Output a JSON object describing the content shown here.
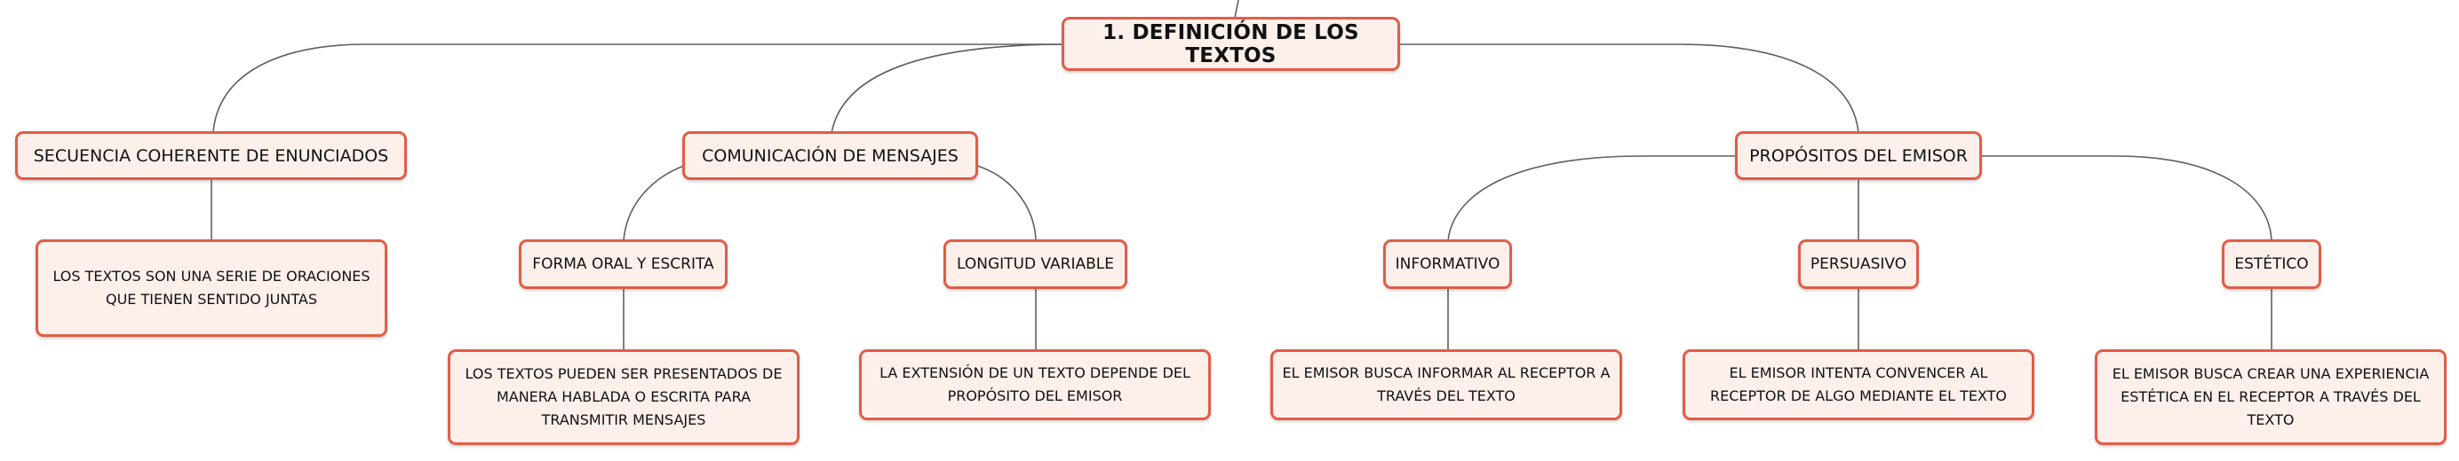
{
  "root": "1. DEFINICIÓN DE LOS TEXTOS",
  "branches": {
    "secuencia": {
      "label": "SECUENCIA COHERENTE DE ENUNCIADOS",
      "detail": "LOS TEXTOS SON UNA SERIE DE ORACIONES QUE TIENEN SENTIDO JUNTAS"
    },
    "comunicacion": {
      "label": "COMUNICACIÓN DE MENSAJES",
      "forma": {
        "label": "FORMA ORAL Y ESCRITA",
        "detail": "LOS TEXTOS PUEDEN SER PRESENTADOS DE MANERA HABLADA O ESCRITA PARA TRANSMITIR MENSAJES"
      },
      "longitud": {
        "label": "LONGITUD VARIABLE",
        "detail": "LA EXTENSIÓN DE UN TEXTO DEPENDE DEL PROPÓSITO DEL EMISOR"
      }
    },
    "propositos": {
      "label": "PROPÓSITOS DEL EMISOR",
      "informativo": {
        "label": "INFORMATIVO",
        "detail": "EL EMISOR BUSCA INFORMAR AL RECEPTOR A TRAVÉS DEL TEXTO"
      },
      "persuasivo": {
        "label": "PERSUASIVO",
        "detail": "EL EMISOR INTENTA CONVENCER AL RECEPTOR DE ALGO MEDIANTE EL TEXTO"
      },
      "estetico": {
        "label": "ESTÉTICO",
        "detail": "EL EMISOR BUSCA CREAR UNA EXPERIENCIA ESTÉTICA EN EL RECEPTOR A TRAVÉS DEL TEXTO"
      }
    }
  }
}
